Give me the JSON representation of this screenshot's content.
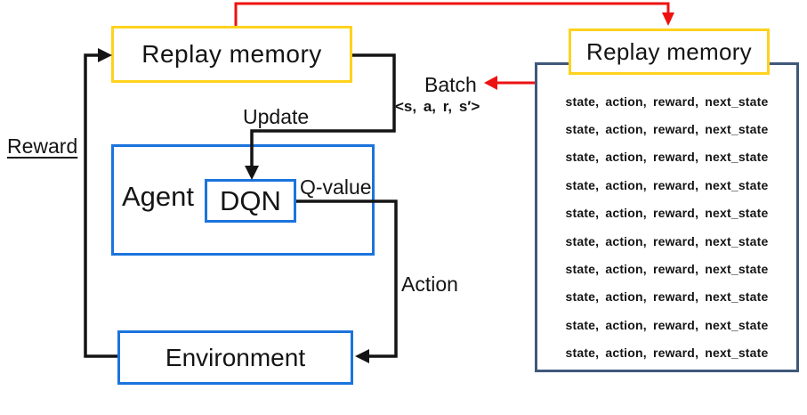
{
  "palette": {
    "red": "#ee1111",
    "yellow": "#ffd21e",
    "blue": "#1b74dd",
    "slate": "#3f587a",
    "black": "#141414"
  },
  "left": {
    "replay_memory_label": "Replay memory",
    "agent_label": "Agent",
    "dqn_label": "DQN",
    "environment_label": "Environment",
    "reward_label": "Reward",
    "update_label": "Update",
    "qvalue_label": "Q-value",
    "action_label": "Action"
  },
  "right": {
    "replay_memory_label": "Replay memory",
    "batch_label": "Batch",
    "batch_tuple": "<s, a, r, s′>",
    "rows": [
      "state, action, reward, next_state",
      "state, action, reward, next_state",
      "state, action, reward, next_state",
      "state, action, reward, next_state",
      "state, action, reward, next_state",
      "state, action, reward, next_state",
      "state, action, reward, next_state",
      "state, action, reward, next_state",
      "state, action, reward, next_state",
      "state, action, reward, next_state"
    ]
  },
  "icons": {
    "arrowheads": [
      "reward-arrowhead-icon",
      "update-arrowhead-icon",
      "action-arrowhead-icon",
      "store-arrowhead-icon",
      "batch-arrowhead-icon"
    ]
  }
}
